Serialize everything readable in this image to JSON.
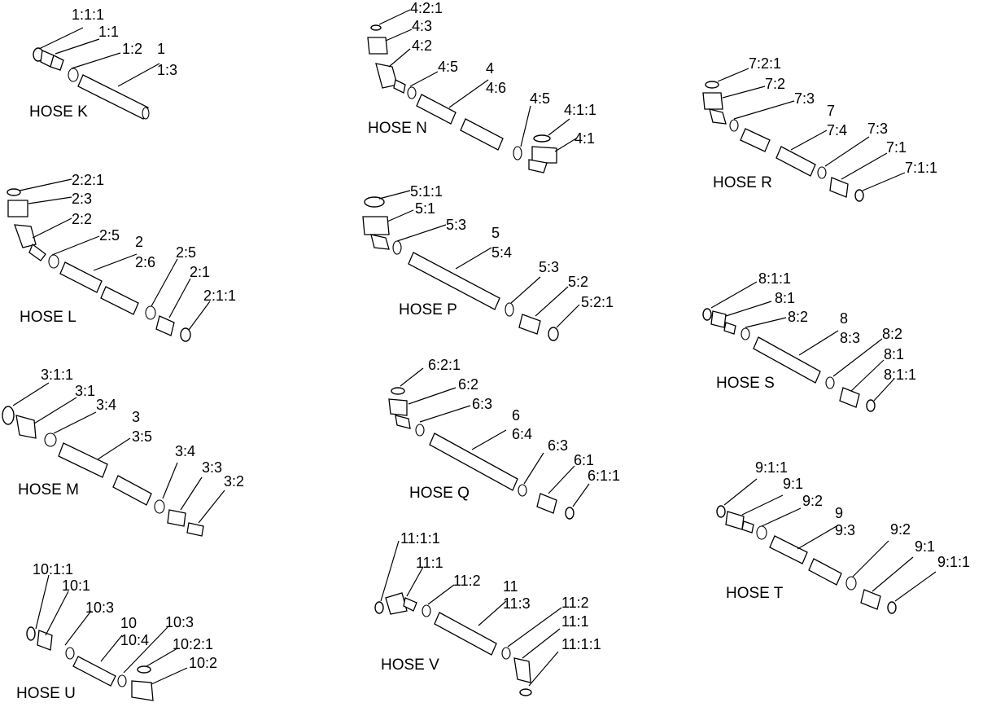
{
  "hoses": [
    {
      "title": "HOSE K",
      "callouts": [
        "1:1:1",
        "1:1",
        "1:2",
        "1",
        "1:3"
      ]
    },
    {
      "title": "HOSE L",
      "callouts": [
        "2:2:1",
        "2:3",
        "2:2",
        "2:5",
        "2",
        "2:6",
        "2:5",
        "2:1",
        "2:1:1"
      ]
    },
    {
      "title": "HOSE M",
      "callouts": [
        "3:1:1",
        "3:1",
        "3:4",
        "3",
        "3:5",
        "3:4",
        "3:3",
        "3:2"
      ]
    },
    {
      "title": "HOSE U",
      "callouts": [
        "10:1:1",
        "10:1",
        "10:3",
        "10",
        "10:4",
        "10:3",
        "10:2:1",
        "10:2"
      ]
    },
    {
      "title": "HOSE N",
      "callouts": [
        "4:2:1",
        "4:3",
        "4:2",
        "4:5",
        "4",
        "4:6",
        "4:5",
        "4:1:1",
        "4:1"
      ]
    },
    {
      "title": "HOSE P",
      "callouts": [
        "5:1:1",
        "5:1",
        "5:3",
        "5",
        "5:4",
        "5:3",
        "5:2",
        "5:2:1"
      ]
    },
    {
      "title": "HOSE Q",
      "callouts": [
        "6:2:1",
        "6:2",
        "6:3",
        "6",
        "6:4",
        "6:3",
        "6:1",
        "6:1:1"
      ]
    },
    {
      "title": "HOSE V",
      "callouts": [
        "11:1:1",
        "11:1",
        "11:2",
        "11",
        "11:3",
        "11:2",
        "11:1",
        "11:1:1"
      ]
    },
    {
      "title": "HOSE R",
      "callouts": [
        "7:2:1",
        "7:2",
        "7:3",
        "7",
        "7:4",
        "7:3",
        "7:1",
        "7:1:1"
      ]
    },
    {
      "title": "HOSE S",
      "callouts": [
        "8:1:1",
        "8:1",
        "8:2",
        "8",
        "8:3",
        "8:2",
        "8:1",
        "8:1:1"
      ]
    },
    {
      "title": "HOSE T",
      "callouts": [
        "9:1:1",
        "9:1",
        "9:2",
        "9",
        "9:3",
        "9:2",
        "9:1",
        "9:1:1"
      ]
    }
  ]
}
